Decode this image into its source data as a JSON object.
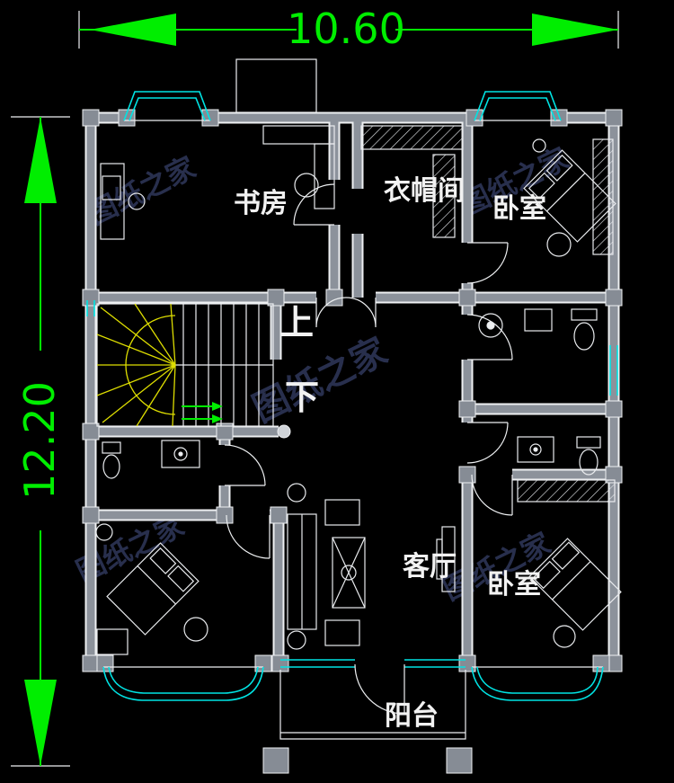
{
  "meta": {
    "description": "CAD second-floor house plan drawing, black background"
  },
  "dimensions": {
    "width_m": "10.60",
    "height_m": "12.20"
  },
  "rooms": {
    "study": "书房",
    "cloakroom": "衣帽间",
    "bedroom_upper_right": "卧室",
    "living_room": "客厅",
    "bedroom_lower_right": "卧室",
    "balcony": "阳台"
  },
  "stairs": {
    "up": "上",
    "down": "下"
  },
  "watermark": {
    "text": "图纸之家"
  },
  "colors": {
    "background": "#000000",
    "dimension_green": "#00ee00",
    "wall_gray": "#8c929b",
    "line_white": "#eef0f2",
    "window_cyan": "#00e4e4",
    "stair_yellow": "#dede00",
    "watermark_blue": "#2b3252"
  }
}
